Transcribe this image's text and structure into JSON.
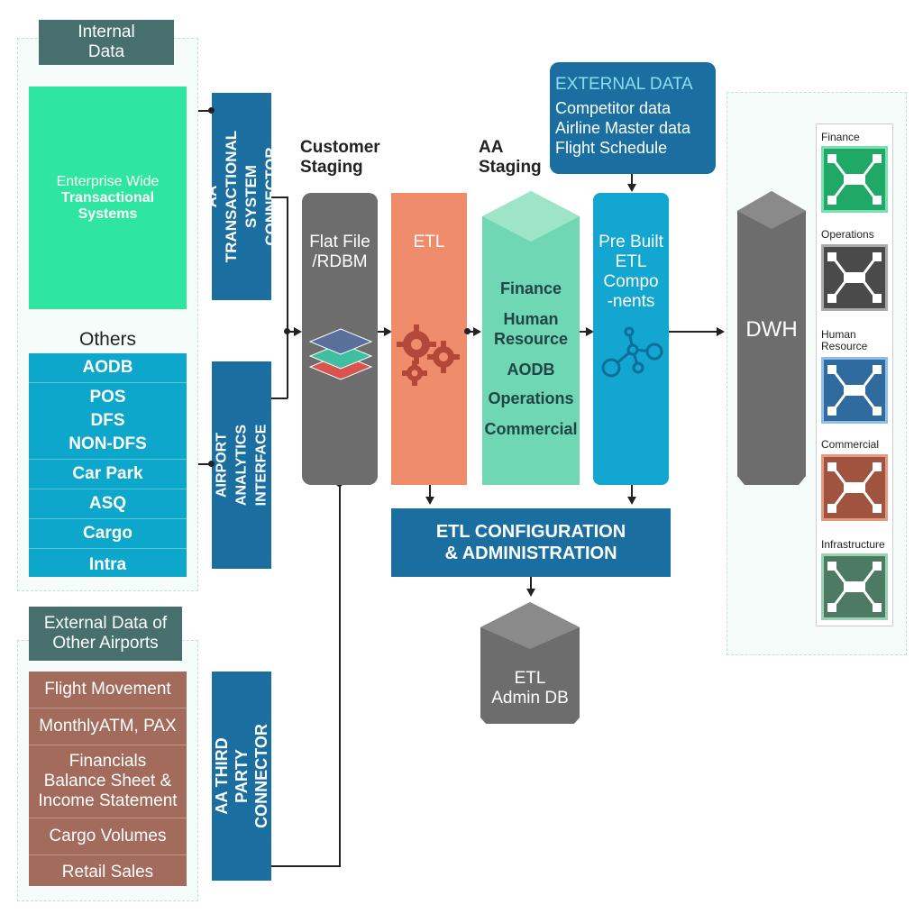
{
  "internal_data": {
    "title": "Internal\nData",
    "enterprise_line1": "Enterprise Wide",
    "enterprise_line2": "Transactional",
    "enterprise_line3": "Systems"
  },
  "others": {
    "title": "Others",
    "items": [
      "AODB",
      "POS\nDFS\nNON-DFS",
      "Car Park",
      "ASQ",
      "Cargo",
      "Intra"
    ]
  },
  "external_airports": {
    "title": "External Data of\nOther Airports",
    "items": [
      "Flight Movement",
      "MonthlyATM, PAX",
      "Financials\nBalance Sheet &\nIncome Statement",
      "Cargo Volumes",
      "Retail Sales"
    ]
  },
  "connectors": {
    "transactional": "AA TRANSACTIONAL\nSYSTEM CONNECTOR",
    "analytics": "AIRPORT ANALYTICS\nINTERFACE",
    "third_party": "AA THIRD PARTY\nCONNECTOR"
  },
  "staging": {
    "customer_title": "Customer\nStaging",
    "aa_title": "AA\nStaging",
    "flat_file": "Flat File\n/RDBM",
    "etl": "ETL",
    "aa_items": [
      "Finance",
      "Human\nResource",
      "AODB",
      "Operations",
      "Commercial"
    ],
    "prebuilt": "Pre Built\nETL\nCompo\n-nents"
  },
  "external_data": {
    "title": "EXTERNAL DATA",
    "items": [
      "Competitor data",
      "Airline Master data",
      "Flight Schedule"
    ]
  },
  "etl_config": "ETL CONFIGURATION\n& ADMINISTRATION",
  "etl_admin_db": "ETL\nAdmin DB",
  "dwh": {
    "label": "DWH",
    "marts": [
      {
        "label": "Finance",
        "color": "#1fa866"
      },
      {
        "label": "Operations",
        "color": "#4a4a4a"
      },
      {
        "label": "Human\nResource",
        "color": "#2f6b9e"
      },
      {
        "label": "Commercial",
        "color": "#a0543f"
      },
      {
        "label": "Infrastructure",
        "color": "#4c7a63"
      }
    ]
  },
  "colors": {
    "enterprise": "#2ee6a0",
    "cyan": "#0ea7cc",
    "brown": "#a26b5c",
    "connector": "#1a6fa0",
    "etl": "#ef8c6c",
    "aa_staging": "#6fd7b4",
    "prebuilt": "#12a6d0",
    "gray": "#6d6d6d"
  }
}
